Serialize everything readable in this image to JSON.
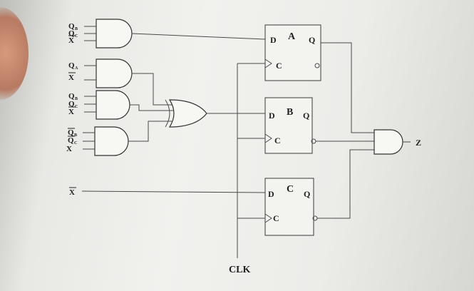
{
  "inputs": {
    "g1": [
      "Q",
      "Q",
      "X"
    ],
    "g1_sub": [
      "B",
      "C",
      ""
    ],
    "g2": [
      "Q",
      "X"
    ],
    "g2_sub": [
      "A",
      ""
    ],
    "g3": [
      "Q",
      "Q",
      "X"
    ],
    "g3_sub": [
      "B",
      "C",
      ""
    ],
    "g4": [
      "Q",
      "Q",
      "X"
    ],
    "g4_sub": [
      "B",
      "C",
      ""
    ],
    "xbar": "X"
  },
  "flipflops": [
    {
      "name": "A",
      "d": "D",
      "q": "Q",
      "c": "C"
    },
    {
      "name": "B",
      "d": "D",
      "q": "Q",
      "c": "C"
    },
    {
      "name": "C",
      "d": "D",
      "q": "Q",
      "c": "C"
    }
  ],
  "output": "Z",
  "clock": "CLK"
}
